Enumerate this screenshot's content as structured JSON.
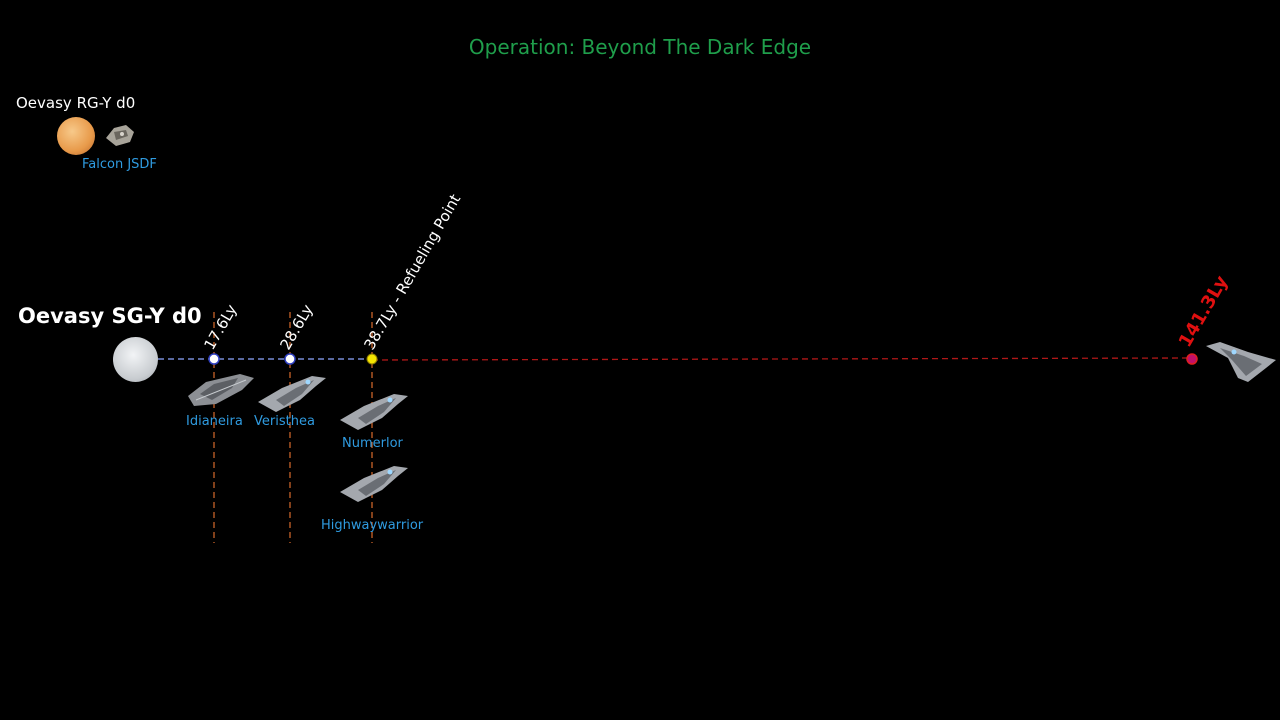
{
  "title": "Operation: Beyond The Dark Edge",
  "colors": {
    "title": "#1f9e4b",
    "ship_label": "#2f9be0",
    "route_near": "#8fa8ff",
    "route_far": "#b01818",
    "waypoint_line": "#d86a2c",
    "final_label": "#e01010",
    "refuel_point": "#f5e400"
  },
  "systems": {
    "secondary": {
      "name": "Oevasy RG-Y d0",
      "ship": "Falcon JSDF"
    },
    "primary": {
      "name": "Oevasy SG-Y d0"
    }
  },
  "waypoints": [
    {
      "label": "17.6Ly",
      "ships": [
        "Idianeira"
      ]
    },
    {
      "label": "28.6Ly",
      "ships": [
        "Veristhea"
      ]
    },
    {
      "label": "38.7Ly - Refueling Point",
      "ships": [
        "Numerlor",
        "Highwaywarrior"
      ]
    }
  ],
  "destination": {
    "label": "141.3Ly"
  },
  "icons": {
    "orange_star": "orange-star-icon",
    "white_star": "white-star-icon",
    "ship": "spaceship-icon",
    "refuel": "refuel-point-icon"
  }
}
